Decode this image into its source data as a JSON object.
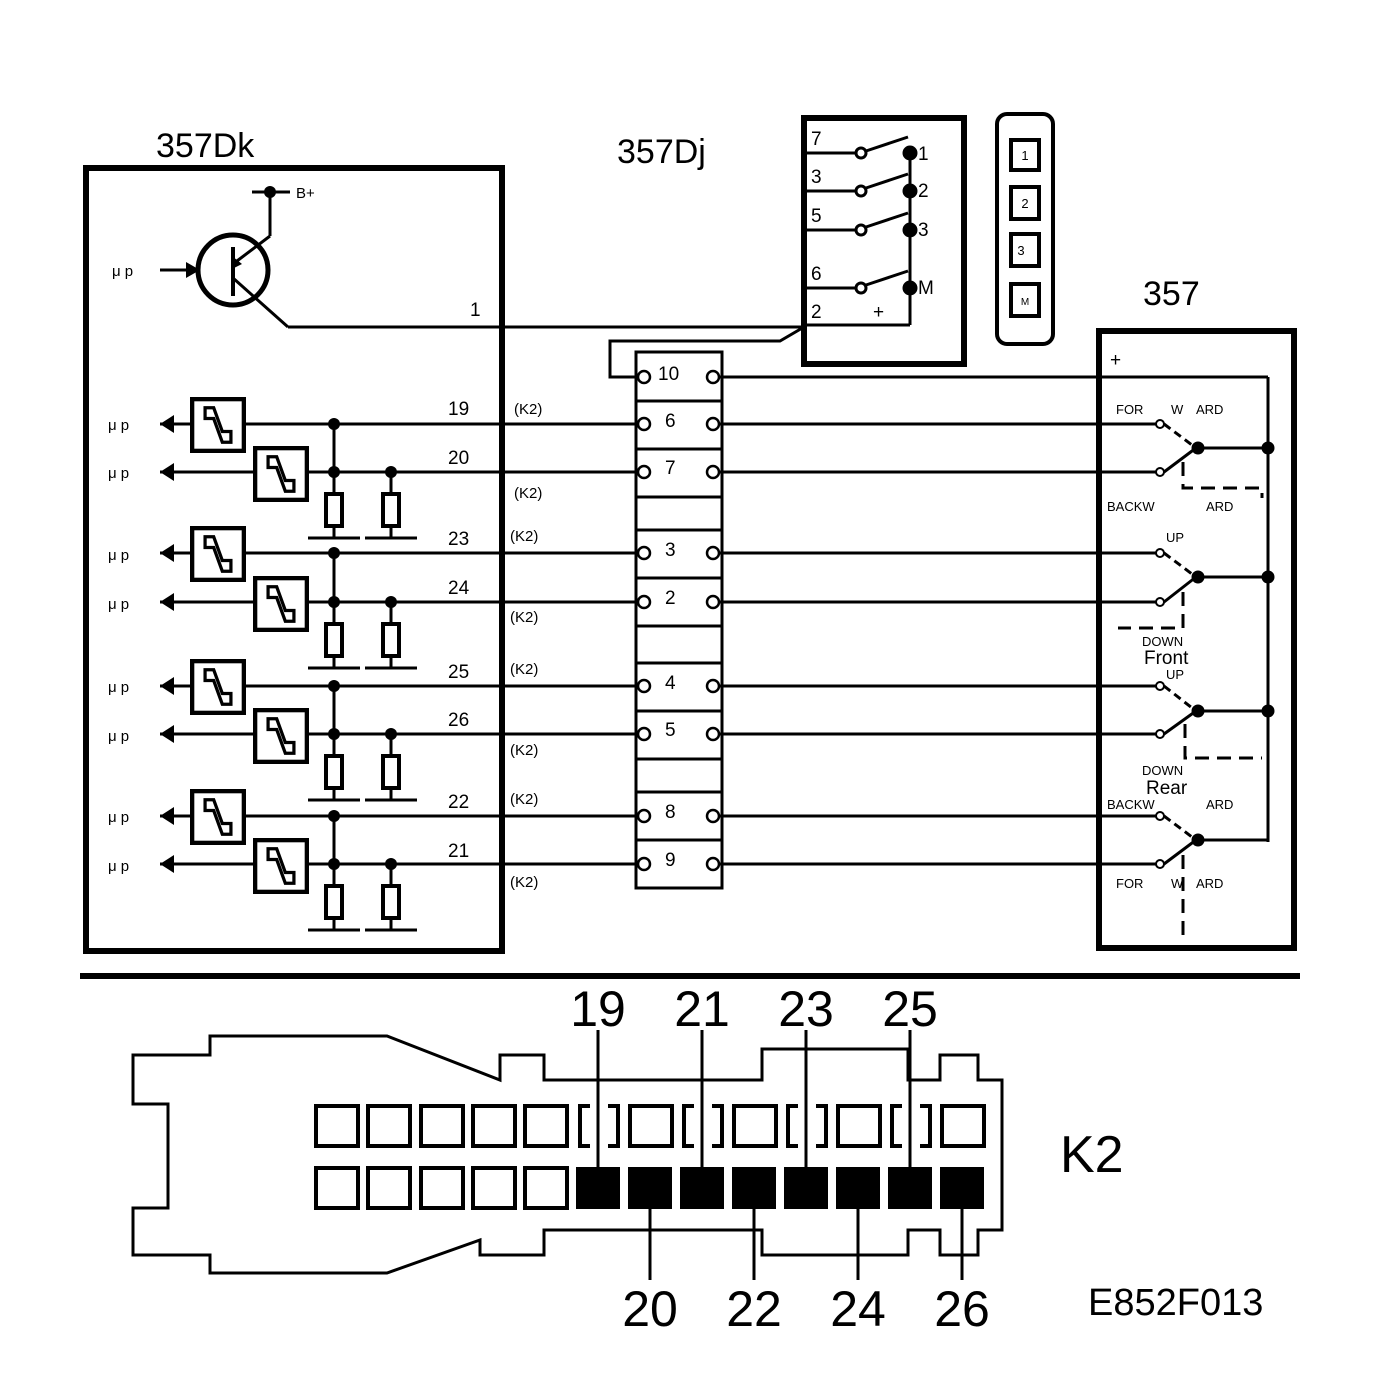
{
  "modules": {
    "dk": {
      "label": "357Dk"
    },
    "dj": {
      "label": "357Dj"
    },
    "sw": {
      "label": "357"
    }
  },
  "dk": {
    "bplus": "B+",
    "mu_p": "μ p",
    "pin1": "1",
    "wires": [
      "19",
      "20",
      "23",
      "24",
      "25",
      "26",
      "22",
      "21"
    ],
    "k2": "(K2)"
  },
  "dj": {
    "left_pins": [
      "7",
      "3",
      "5",
      "6",
      "2"
    ],
    "right_pins": [
      "1",
      "2",
      "3",
      "M"
    ],
    "plus": "+"
  },
  "memory_buttons": [
    "1",
    "2",
    "3",
    "M"
  ],
  "terminal_block": {
    "pins": [
      "10",
      "6",
      "7",
      "3",
      "2",
      "4",
      "5",
      "8",
      "9"
    ]
  },
  "switch_357": {
    "plus": "+",
    "for": "FOR",
    "w": "W",
    "ard": "ARD",
    "backw": "BACKW",
    "up": "UP",
    "down": "DOWN",
    "front": "Front",
    "rear": "Rear"
  },
  "connector": {
    "name": "K2",
    "top_pins": [
      "19",
      "21",
      "23",
      "25"
    ],
    "bottom_pins": [
      "20",
      "22",
      "24",
      "26"
    ]
  },
  "figure_code": "E852F013"
}
